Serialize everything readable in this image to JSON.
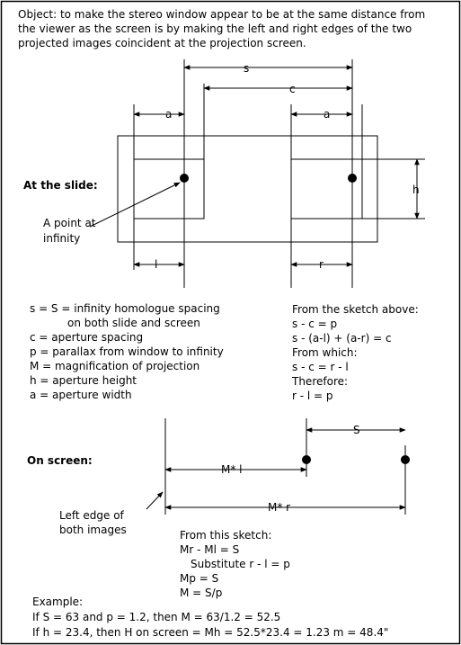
{
  "intro": {
    "line1": "Object: to make the stereo window appear to be at the same distance from",
    "line2": "the viewer as the screen is by making the left and right edges of the two",
    "line3": "projected images coincident at the projection screen."
  },
  "top_diagram": {
    "label_s": "s",
    "label_c": "c",
    "label_a_left": "a",
    "label_a_right": "a",
    "label_h": "h",
    "label_l": "l",
    "label_r": "r",
    "section_title": "At the slide:",
    "point_note_line1": "A point at",
    "point_note_line2": "infinity"
  },
  "definitions": [
    "s = S = infinity homologue spacing",
    "on both slide and screen",
    "c = aperture spacing",
    "p = parallax from window to infinity",
    "M = magnification of projection",
    "h = aperture height",
    "a = aperture width"
  ],
  "derivation": [
    "From the sketch above:",
    "s - c = p",
    "s - (a-l) + (a-r) = c",
    "From which:",
    "s - c = r - l",
    "Therefore:",
    "r - l = p"
  ],
  "bottom_diagram": {
    "section_title": "On screen:",
    "label_S": "S",
    "label_Ml": "M* l",
    "label_Mr": "M* r",
    "edge_note_line1": "Left edge of",
    "edge_note_line2": "both images"
  },
  "sketch_steps": [
    "From this sketch:",
    "Mr - Ml = S",
    "Substitute r - l = p",
    "Mp = S",
    "M = S/p"
  ],
  "example": {
    "heading": "Example:",
    "line1": "If S = 63 and p = 1.2, then M = 63/1.2 = 52.5",
    "line2": "If h = 23.4, then H on screen = Mh = 52.5*23.4 = 1.23 m = 48.4\""
  }
}
